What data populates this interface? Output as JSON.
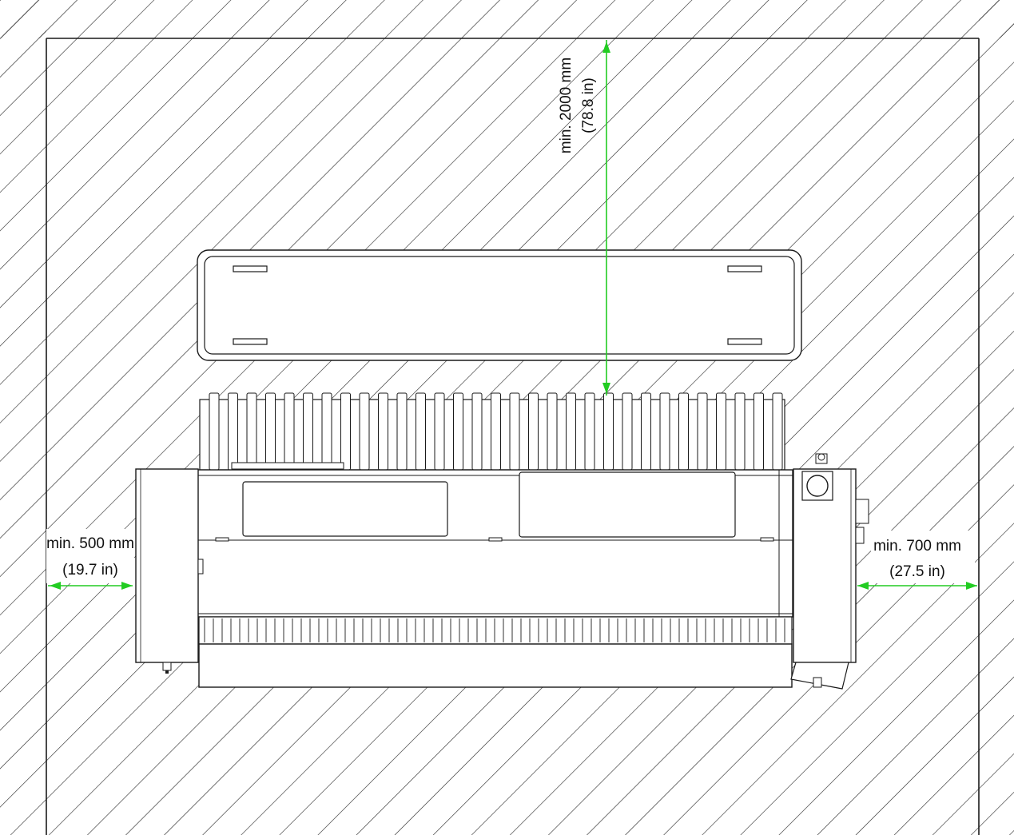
{
  "dimensions": {
    "top": {
      "metric": "min. 2000 mm",
      "imperial": "(78.8 in)"
    },
    "left": {
      "metric": "min. 500 mm",
      "imperial": "(19.7 in)"
    },
    "right": {
      "metric": "min. 700 mm",
      "imperial": "(27.5 in)"
    }
  },
  "colors": {
    "dimension_line": "#22cc22",
    "outline": "#1a1a1a",
    "operator": "#5e5e5e",
    "hatch": "#222222",
    "background": "#ffffff"
  },
  "icons": [
    "operator-figure-top",
    "operator-figure-left",
    "operator-figure-right"
  ]
}
